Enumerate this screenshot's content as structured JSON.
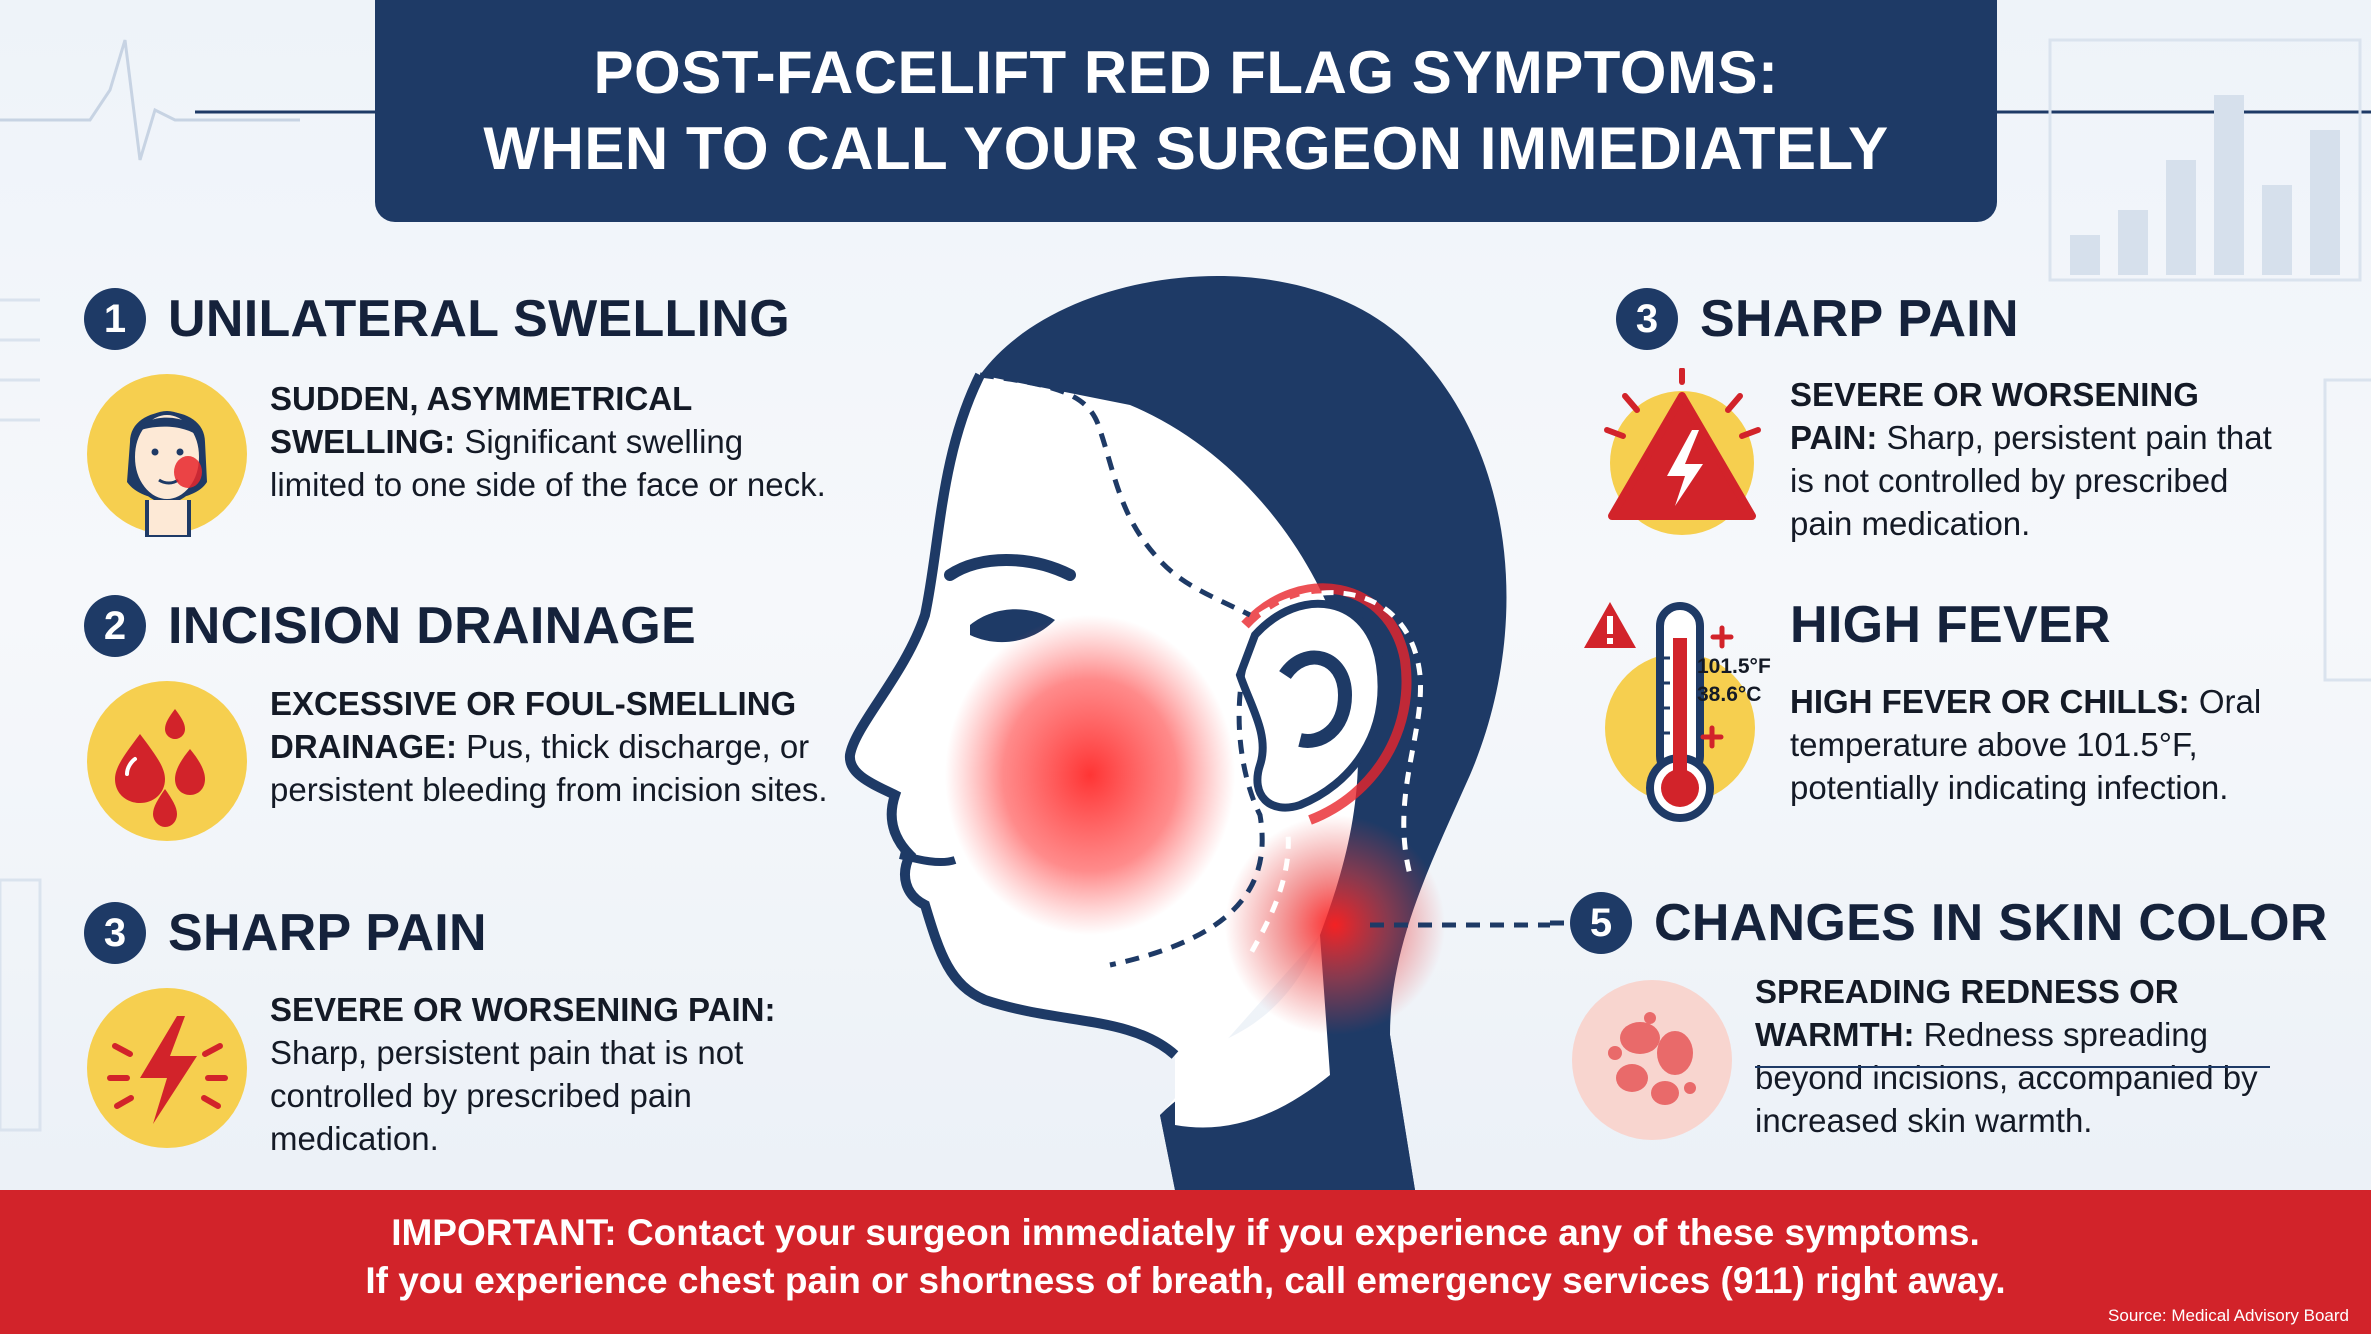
{
  "header": {
    "title_line1": "POST-FACELIFT RED FLAG SYMPTOMS:",
    "title_line2": "WHEN TO CALL YOUR SURGEON IMMEDIATELY"
  },
  "left": [
    {
      "number": "1",
      "title": "UNILATERAL SWELLING",
      "icon": "face-swelling-icon",
      "bold": "SUDDEN, ASYMMETRICAL SWELLING:",
      "text": " Significant swelling limited to one side of the face or neck."
    },
    {
      "number": "2",
      "title": "INCISION DRAINAGE",
      "icon": "blood-drops-icon",
      "bold": "EXCESSIVE OR FOUL-SMELLING DRAINAGE:",
      "text": " Pus, thick discharge, or persistent bleeding from incision sites."
    },
    {
      "number": "3",
      "title": "SHARP PAIN",
      "icon": "lightning-bolt-icon",
      "bold": "SEVERE OR WORSENING PAIN:",
      "text": " Sharp, persistent pain that is not controlled by prescribed pain medication."
    }
  ],
  "right": [
    {
      "number": "3",
      "title": "SHARP PAIN",
      "icon": "warning-triangle-icon",
      "bold": "SEVERE OR WORSENING PAIN:",
      "text": " Sharp, persistent pain that is not controlled by prescribed pain medication."
    },
    {
      "number": "",
      "title": "HIGH FEVER",
      "icon": "thermometer-icon",
      "temp_f": "101.5°F",
      "temp_c": "38.6°C",
      "bold": "HIGH FEVER OR CHILLS:",
      "text": " Oral temperature above 101.5°F, potentially indicating infection."
    },
    {
      "number": "5",
      "title": "CHANGES IN SKIN COLOR",
      "icon": "skin-redness-icon",
      "bold": "SPREADING REDNESS OR WARMTH:",
      "text": " Redness spreading beyond incisions, accompanied by increased skin warmth."
    }
  ],
  "footer": {
    "line1": "IMPORTANT: Contact your surgeon immediately if you experience any of these symptoms.",
    "line2": "If you experience chest pain or shortness of breath, call emergency services (911) right away.",
    "source": "Source: Medical Advisory Board"
  },
  "colors": {
    "navy": "#1e3a66",
    "red": "#d2232a",
    "yellow": "#f6cf4f"
  }
}
